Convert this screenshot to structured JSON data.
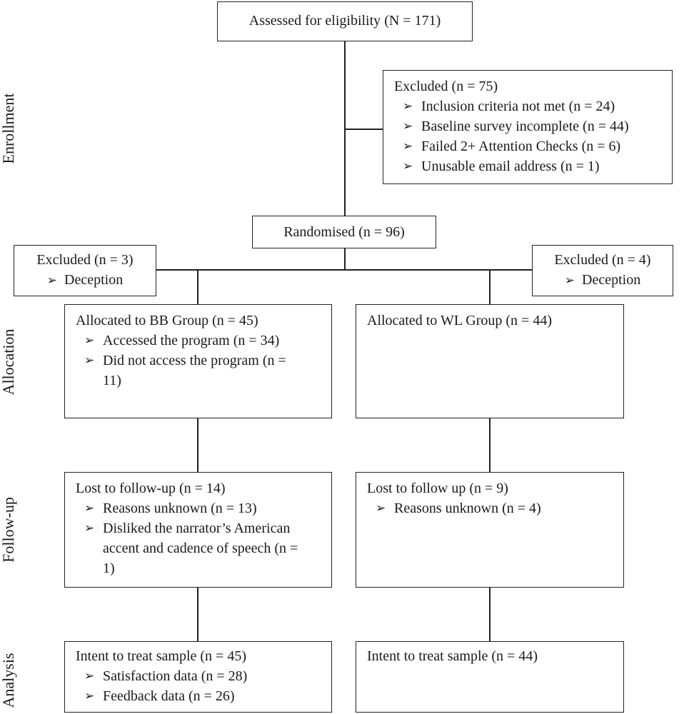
{
  "stages": {
    "enrollment": "Enrollment",
    "allocation": "Allocation",
    "followup": "Follow-up",
    "analysis": "Analysis"
  },
  "arrow_glyph": "➢",
  "nodes": {
    "assessed": {
      "label": "Assessed for eligibility",
      "count": "(N = 171)"
    },
    "excluded_main": {
      "title": "Excluded (n = 75)",
      "items": [
        "Inclusion criteria not met (n = 24)",
        "Baseline survey incomplete (n = 44)",
        "Failed 2+ Attention Checks (n = 6)",
        "Unusable email address (n = 1)"
      ]
    },
    "randomised": {
      "label": "Randomised (n = 96)"
    },
    "excluded_left": {
      "title": "Excluded (n = 3)",
      "items": [
        "Deception"
      ]
    },
    "excluded_right": {
      "title": "Excluded (n = 4)",
      "items": [
        "Deception"
      ]
    },
    "alloc_bb": {
      "title": "Allocated to BB Group (n = 45)",
      "items": [
        "Accessed the program (n = 34)",
        "Did not access the program (n = 11)"
      ]
    },
    "alloc_wl": {
      "title": "Allocated to WL Group (n = 44)"
    },
    "lost_bb": {
      "title": "Lost to follow-up (n = 14)",
      "items": [
        "Reasons unknown (n = 13)",
        "Disliked the narrator’s American accent and cadence of speech (n = 1)"
      ]
    },
    "lost_wl": {
      "title": "Lost to follow up (n = 9)",
      "items": [
        "Reasons unknown (n = 4)"
      ]
    },
    "itt_bb": {
      "title": "Intent to treat sample (n = 45)",
      "items": [
        "Satisfaction data (n = 28)",
        "Feedback data (n = 26)"
      ]
    },
    "itt_wl": {
      "title": "Intent to treat sample (n = 44)"
    }
  }
}
